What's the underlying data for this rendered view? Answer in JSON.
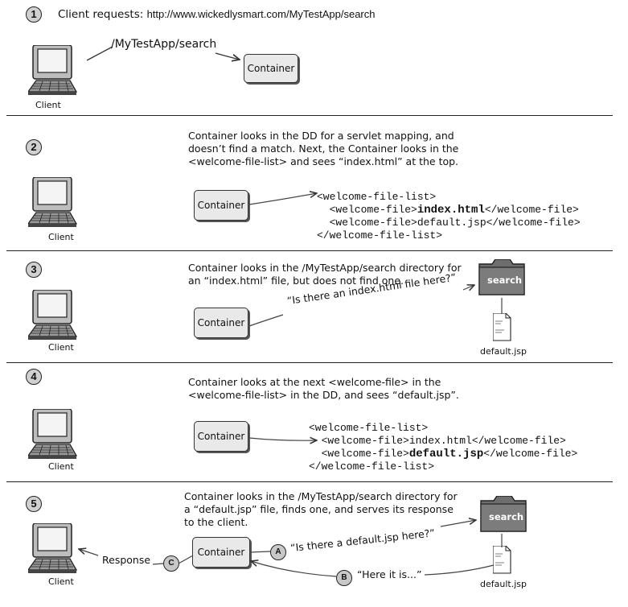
{
  "step1": {
    "number": "1",
    "text": "Client requests:",
    "url": "http://www.wickedlysmart.com/MyTestApp/search",
    "arrow_label": "/MyTestApp/search",
    "container": "Container",
    "client": "Client"
  },
  "step2": {
    "number": "2",
    "text": "Container looks in the DD for a servlet mapping, and doesn’t find a match. Next, the Container looks in the <welcome-file-list> and sees “index.html” at the top.",
    "container": "Container",
    "client": "Client",
    "code": {
      "line1": "<welcome-file-list>",
      "line2_pre": "  <welcome-file>",
      "line2_bold": "index.html",
      "line2_post": "</welcome-file>",
      "line3": "  <welcome-file>default.jsp</welcome-file>",
      "line4": "</welcome-file-list>"
    }
  },
  "step3": {
    "number": "3",
    "text": "Container looks in the /MyTestApp/search directory for an “index.html” file, but does not find one.",
    "container": "Container",
    "client": "Client",
    "question": "“Is there an index.html file here?”",
    "folder": "search",
    "file": "default.jsp"
  },
  "step4": {
    "number": "4",
    "text": "Container looks at the next <welcome-file> in the <welcome-file-list> in the DD, and sees “default.jsp”.",
    "container": "Container",
    "client": "Client",
    "code": {
      "line1": "<welcome-file-list>",
      "line2": "  <welcome-file>index.html</welcome-file>",
      "line3_pre": "  <welcome-file>",
      "line3_bold": "default.jsp",
      "line3_post": "</welcome-file>",
      "line4": "</welcome-file-list>"
    }
  },
  "step5": {
    "number": "5",
    "text": "Container looks in the /MyTestApp/search directory for a “default.jsp” file, finds one, and serves its response to the client.",
    "container": "Container",
    "client": "Client",
    "response": "Response",
    "label_a": "A",
    "label_b": "B",
    "label_c": "C",
    "question": "“Is there a default.jsp here?”",
    "answer": "“Here it is...”",
    "folder": "search",
    "file": "default.jsp"
  }
}
